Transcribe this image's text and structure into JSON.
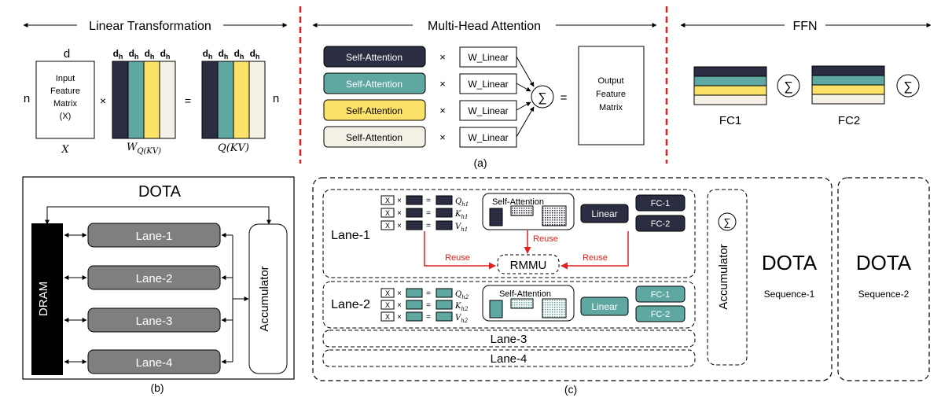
{
  "colors": {
    "navy": "#2b2d42",
    "teal": "#5fa8a2",
    "yellow": "#fde26a",
    "cream": "#f5f1e6",
    "lane_gray": "#7f7f7f",
    "red": "#e02020",
    "black": "#000000"
  },
  "part_a": {
    "linear_title": "Linear Transformation",
    "mha_title": "Multi-Head Attention",
    "ffn_title": "FFN",
    "d_label": "d",
    "n_label": "n",
    "dh": "d",
    "dh_sub": "h",
    "input_box": [
      "Input",
      "Feature",
      "Matrix",
      "(X)"
    ],
    "x_label": "X",
    "times": "×",
    "equals": "=",
    "w_label": "W",
    "w_sub": "Q(KV)",
    "q_label": "Q(KV)",
    "self_attention_label": "Self-Attention",
    "w_linear_label": "W_Linear",
    "sigma": "∑",
    "output_box": [
      "Output",
      "Feature",
      "Matrix"
    ],
    "fc1": "FC1",
    "fc2": "FC2",
    "caption": "(a)"
  },
  "part_b": {
    "title": "DOTA",
    "dram": "DRAM",
    "lanes": [
      "Lane-1",
      "Lane-2",
      "Lane-3",
      "Lane-4"
    ],
    "accumulator": "Accumulator",
    "caption": "(b)"
  },
  "part_c": {
    "lane1": "Lane-1",
    "lane2": "Lane-2",
    "lane3": "Lane-3",
    "lane4": "Lane-4",
    "x_box": "X",
    "q": "Q",
    "k": "K",
    "v": "V",
    "h1": "h1",
    "h2": "h2",
    "self_attention": "Self-Attention",
    "linear": "Linear",
    "fc1": "FC-1",
    "fc2": "FC-2",
    "reuse": "Reuse",
    "rmmu": "RMMU",
    "accumulator": "Accumulator",
    "sigma": "∑",
    "dota1": "DOTA",
    "seq1": "Sequence-1",
    "dota2": "DOTA",
    "seq2": "Sequence-2",
    "caption": "(c)"
  }
}
